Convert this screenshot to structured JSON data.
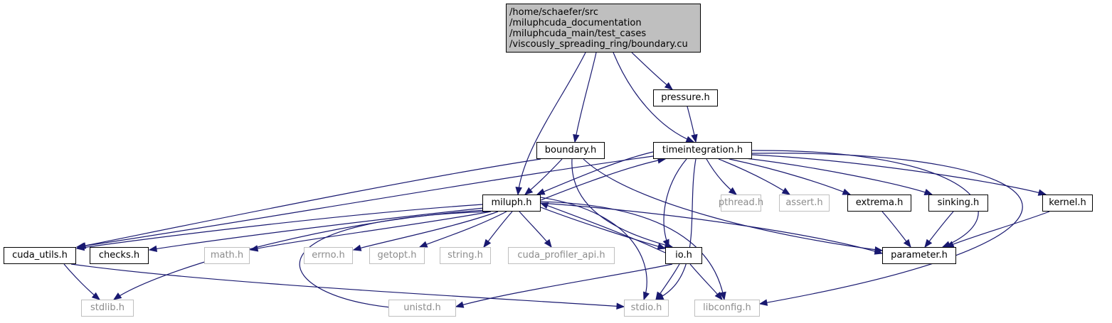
{
  "root": {
    "lines": [
      "/home/schaefer/src",
      "/miluphcuda_documentation",
      "/miluphcuda_main/test_cases",
      "/viscously_spreading_ring/boundary.cu"
    ]
  },
  "nodes": {
    "pressure": "pressure.h",
    "boundary": "boundary.h",
    "timeintegration": "timeintegration.h",
    "miluph": "miluph.h",
    "pthread": "pthread.h",
    "assert": "assert.h",
    "extrema": "extrema.h",
    "sinking": "sinking.h",
    "kernel": "kernel.h",
    "cuda_utils": "cuda_utils.h",
    "checks": "checks.h",
    "math": "math.h",
    "errno": "errno.h",
    "getopt": "getopt.h",
    "string": "string.h",
    "cuda_profiler_api": "cuda_profiler_api.h",
    "io": "io.h",
    "parameter": "parameter.h",
    "stdlib": "stdlib.h",
    "unistd": "unistd.h",
    "stdio": "stdio.h",
    "libconfig": "libconfig.h"
  },
  "colors": {
    "edge": "#191970",
    "root_fill": "#bfbfbf",
    "external_border": "#bfbfbf",
    "external_text": "#8c8c8c"
  },
  "edges": [
    [
      "root",
      "miluph"
    ],
    [
      "root",
      "boundary"
    ],
    [
      "root",
      "timeintegration"
    ],
    [
      "root",
      "pressure"
    ],
    [
      "pressure",
      "timeintegration"
    ],
    [
      "boundary",
      "cuda_utils"
    ],
    [
      "boundary",
      "miluph"
    ],
    [
      "boundary",
      "io"
    ],
    [
      "boundary",
      "parameter"
    ],
    [
      "timeintegration",
      "miluph"
    ],
    [
      "miluph",
      "timeintegration"
    ],
    [
      "timeintegration",
      "cuda_utils"
    ],
    [
      "timeintegration",
      "io"
    ],
    [
      "timeintegration",
      "stdio"
    ],
    [
      "timeintegration",
      "pthread"
    ],
    [
      "timeintegration",
      "assert"
    ],
    [
      "timeintegration",
      "extrema"
    ],
    [
      "timeintegration",
      "sinking"
    ],
    [
      "timeintegration",
      "kernel"
    ],
    [
      "timeintegration",
      "parameter"
    ],
    [
      "timeintegration",
      "libconfig"
    ],
    [
      "miluph",
      "cuda_utils"
    ],
    [
      "miluph",
      "checks"
    ],
    [
      "miluph",
      "math"
    ],
    [
      "miluph",
      "errno"
    ],
    [
      "miluph",
      "getopt"
    ],
    [
      "miluph",
      "string"
    ],
    [
      "miluph",
      "cuda_profiler_api"
    ],
    [
      "miluph",
      "io"
    ],
    [
      "io",
      "miluph"
    ],
    [
      "miluph",
      "parameter"
    ],
    [
      "miluph",
      "stdlib"
    ],
    [
      "miluph",
      "unistd"
    ],
    [
      "miluph",
      "stdio"
    ],
    [
      "miluph",
      "libconfig"
    ],
    [
      "extrema",
      "parameter"
    ],
    [
      "sinking",
      "parameter"
    ],
    [
      "kernel",
      "parameter"
    ],
    [
      "cuda_utils",
      "stdlib"
    ],
    [
      "cuda_utils",
      "stdio"
    ],
    [
      "io",
      "unistd"
    ],
    [
      "io",
      "stdio"
    ],
    [
      "io",
      "libconfig"
    ]
  ]
}
